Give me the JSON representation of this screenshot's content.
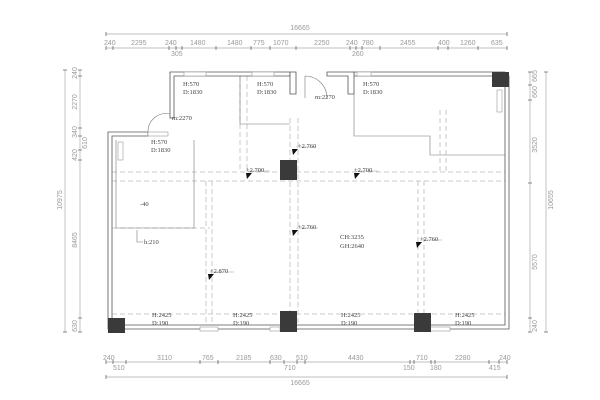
{
  "dimensions": {
    "top_total": "16665",
    "top": [
      "240",
      "2295",
      "240",
      "305",
      "1480",
      "1480",
      "775",
      "1070",
      "2250",
      "240",
      "780",
      "260",
      "2455",
      "400",
      "1260",
      "635"
    ],
    "bottom": [
      "240",
      "510",
      "3110",
      "765",
      "2185",
      "630",
      "710",
      "510",
      "4430",
      "150",
      "710",
      "180",
      "2280",
      "415",
      "240"
    ],
    "bottom_total": "16665",
    "left": [
      "240",
      "2270",
      "340",
      "610",
      "420",
      "8465",
      "630"
    ],
    "left_total": "10975",
    "right": [
      "665",
      "660",
      "3520",
      "5570",
      "240"
    ],
    "right_total": "10655"
  },
  "annotations": {
    "windows_upper": [
      {
        "h": "H:570",
        "d": "D:1830"
      },
      {
        "h": "H:570",
        "d": "D:1830"
      },
      {
        "h": "H:570",
        "d": "D:1830"
      },
      {
        "h": "H:570",
        "d": "D:1830"
      }
    ],
    "doors": [
      "m:2270",
      "m:2270"
    ],
    "levels": [
      "+2.760",
      "+2.760",
      "+2.760",
      "+2.700",
      "+2.700",
      "+2.870"
    ],
    "floor_offset": "-40",
    "beam_height": "h:210",
    "ceiling": {
      "ch": "CH:3235",
      "gh": "GH:2640"
    },
    "windows_lower": [
      {
        "h": "H:2425",
        "d": "D:190"
      },
      {
        "h": "H:2425",
        "d": "D:190"
      },
      {
        "h": "H:2425",
        "d": "D:190"
      },
      {
        "h": "H:2425",
        "d": "D:190"
      }
    ]
  }
}
